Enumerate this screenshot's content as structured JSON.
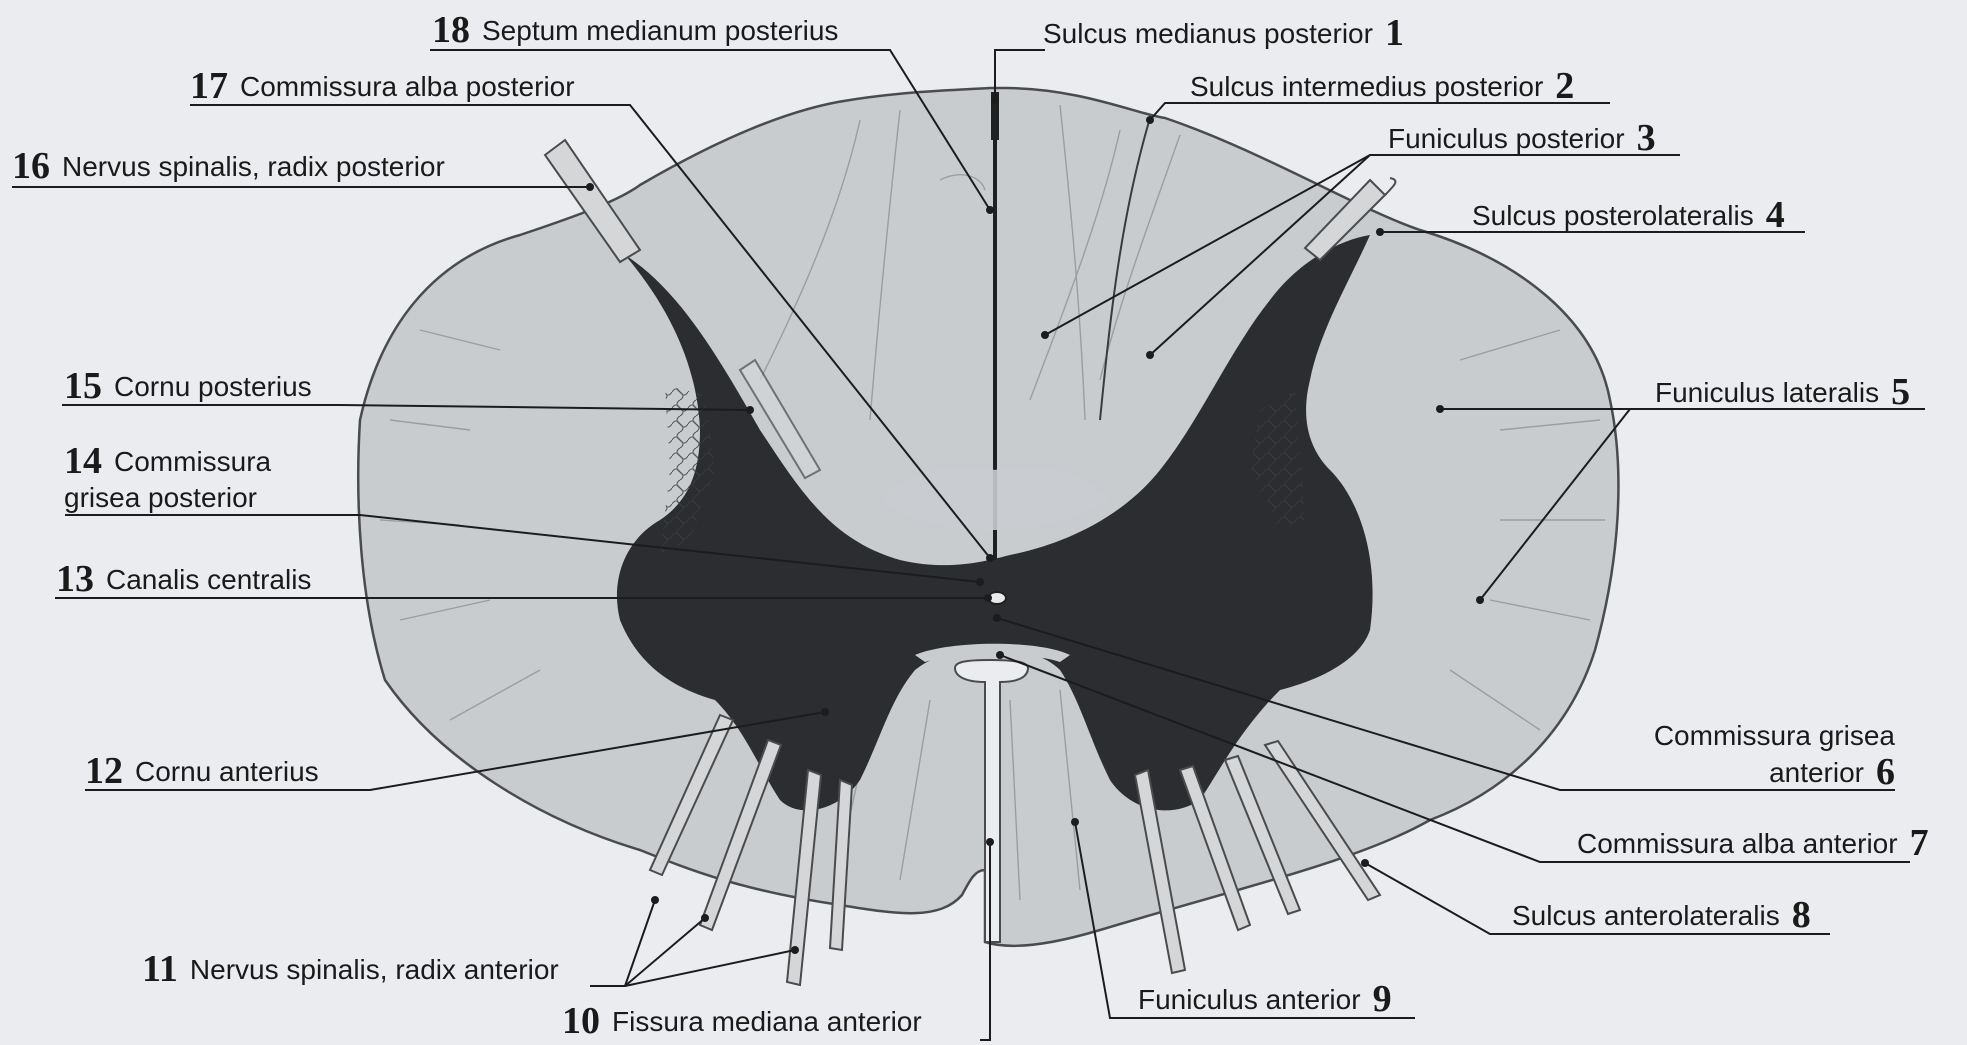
{
  "labels": [
    {
      "number": "1",
      "text": "Sulcus medianus posterior"
    },
    {
      "number": "2",
      "text": "Sulcus intermedius posterior"
    },
    {
      "number": "3",
      "text": "Funiculus posterior"
    },
    {
      "number": "4",
      "text": "Sulcus posterolateralis"
    },
    {
      "number": "5",
      "text": "Funiculus lateralis"
    },
    {
      "number": "6",
      "text_line1": "Commissura grisea",
      "text_line2": "anterior"
    },
    {
      "number": "7",
      "text": "Commissura alba anterior"
    },
    {
      "number": "8",
      "text": "Sulcus anterolateralis"
    },
    {
      "number": "9",
      "text": "Funiculus anterior"
    },
    {
      "number": "10",
      "text": "Fissura mediana anterior"
    },
    {
      "number": "11",
      "text": "Nervus spinalis, radix anterior"
    },
    {
      "number": "12",
      "text": "Cornu anterius"
    },
    {
      "number": "13",
      "text": "Canalis centralis"
    },
    {
      "number": "14",
      "text_line1": "Commissura",
      "text_line2": "grisea posterior"
    },
    {
      "number": "15",
      "text": "Cornu posterius"
    },
    {
      "number": "16",
      "text": "Nervus spinalis, radix posterior"
    },
    {
      "number": "17",
      "text": "Commissura alba posterior"
    },
    {
      "number": "18",
      "text": "Septum medianum posterius"
    }
  ],
  "colors": {
    "background": "#eaecef",
    "white_matter": "#c9cccf",
    "grey_matter": "#2b2d30",
    "outline": "#4a4b4d",
    "leader_line": "#1c1c1c"
  }
}
